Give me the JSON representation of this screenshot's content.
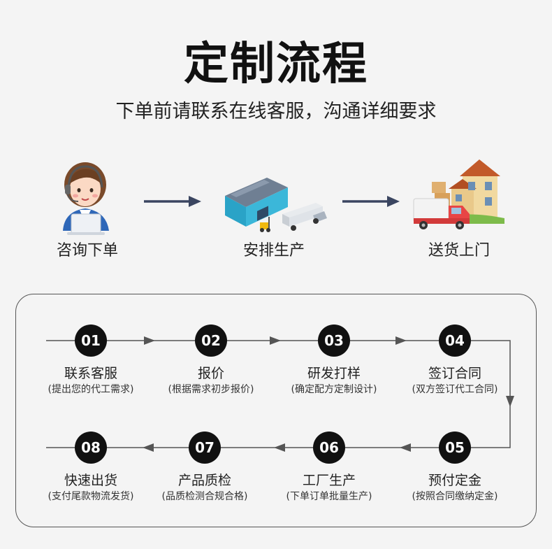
{
  "title": "定制流程",
  "subtitle": "下单前请联系在线客服，沟通详细要求",
  "top_steps": [
    {
      "label": "咨询下单",
      "icon": "customer-service-icon"
    },
    {
      "label": "安排生产",
      "icon": "factory-icon"
    },
    {
      "label": "送货上门",
      "icon": "delivery-icon"
    }
  ],
  "steps": [
    {
      "num": "01",
      "title": "联系客服",
      "desc": "(提出您的代工需求)"
    },
    {
      "num": "02",
      "title": "报价",
      "desc": "(根据需求初步报价)"
    },
    {
      "num": "03",
      "title": "研发打样",
      "desc": "(确定配方定制设计)"
    },
    {
      "num": "04",
      "title": "签订合同",
      "desc": "(双方签订代工合同)"
    },
    {
      "num": "05",
      "title": "预付定金",
      "desc": "(按照合同缴纳定金)"
    },
    {
      "num": "06",
      "title": "工厂生产",
      "desc": "(下单订单批量生产)"
    },
    {
      "num": "07",
      "title": "产品质检",
      "desc": "(品质检测合规合格)"
    },
    {
      "num": "08",
      "title": "快速出货",
      "desc": "(支付尾款物流发货)"
    }
  ],
  "colors": {
    "badge": "#111111",
    "arrow": "#3a4560",
    "line": "#555555"
  }
}
